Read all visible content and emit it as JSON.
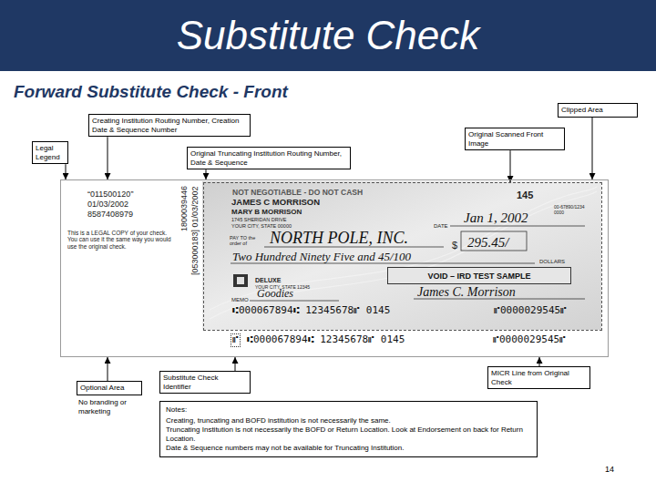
{
  "diagram": {
    "title": "Substitute Check",
    "nodes": [
      {
        "text": [
          "Creating Institution Routing Number, Creation Date & Sequence Number"
        ]
      },
      {
        "text": [
          "Legal Legend"
        ]
      },
      {
        "text": [
          "Original Truncating Institution Routing Number, Date & Sequence"
        ]
      },
      {
        "text": [
          "Original Scanned Front Image"
        ]
      },
      {
        "text": [
          "Clipped Area"
        ]
      },
      {
        "text": [
          "“011500120”",
          "01/03/2002",
          "8587408979",
          "This is a LEGAL COPY of your check. You can use it the same way you would use the original check.",
          "1800039446",
          "[053000183] 01/03/2002",
          "⑈",
          "⑆000067894⑆ 12345678⑈ 0145",
          "⑈0000029545⑈"
        ]
      },
      {
        "text": [
          "NOT NEGOTIABLE - DO NOT CASH",
          "JAMES C MORRISON",
          "MARY B MORRISON",
          "1745 SHERIDAN DRIVE",
          "YOUR CITY, STATE 00000",
          "145",
          "00-67890/1234 0000",
          "DATE",
          "Jan 1, 2002",
          "PAY TO the order of",
          "NORTH POLE, INC.",
          "$",
          "295.45/",
          "Two Hundred Ninety Five and 45/100",
          "DOLLARS",
          "DELUXE",
          "YOUR CITY, STATE 12345",
          "MEMO",
          "Goodies",
          "James C. Morrison",
          "⑆000067894⑆ 12345678⑈ 0145",
          "⑈0000029545⑈"
        ],
        "in": 5
      },
      {
        "text": [
          "VOID – IRD TEST SAMPLE"
        ],
        "in": 6
      },
      {
        "text": [
          "Optional Area"
        ]
      },
      {
        "text": [
          "Substitute Check Identifier"
        ]
      },
      {
        "text": [
          "MICR Line from Original Check"
        ]
      },
      {
        "text": [
          "Notes:",
          "Creating, truncating and BOFD institution is not necessarily the same.",
          "Truncating Institution is not necessarily the BOFD or Return Location. Look at Endorsement on back for Return Location.",
          "Date & Sequence numbers may not be available for Truncating Institution."
        ]
      }
    ],
    "edges": [
      {
        "from": 0,
        "to": 5,
        "arrow": "to"
      },
      {
        "from": 1,
        "to": 5,
        "arrow": "to"
      },
      {
        "from": 2,
        "to": 5,
        "arrow": "to"
      },
      {
        "from": 3,
        "to": 6,
        "arrow": "to"
      },
      {
        "from": 4,
        "to": 5,
        "arrow": "to"
      },
      {
        "from": 8,
        "to": 5,
        "arrow": "to"
      },
      {
        "from": 9,
        "to": 5,
        "arrow": "to"
      },
      {
        "from": 10,
        "to": 5,
        "arrow": "to"
      }
    ],
    "labels": [
      "Forward Substitute Check - Front",
      "No branding or marketing",
      "14"
    ]
  }
}
